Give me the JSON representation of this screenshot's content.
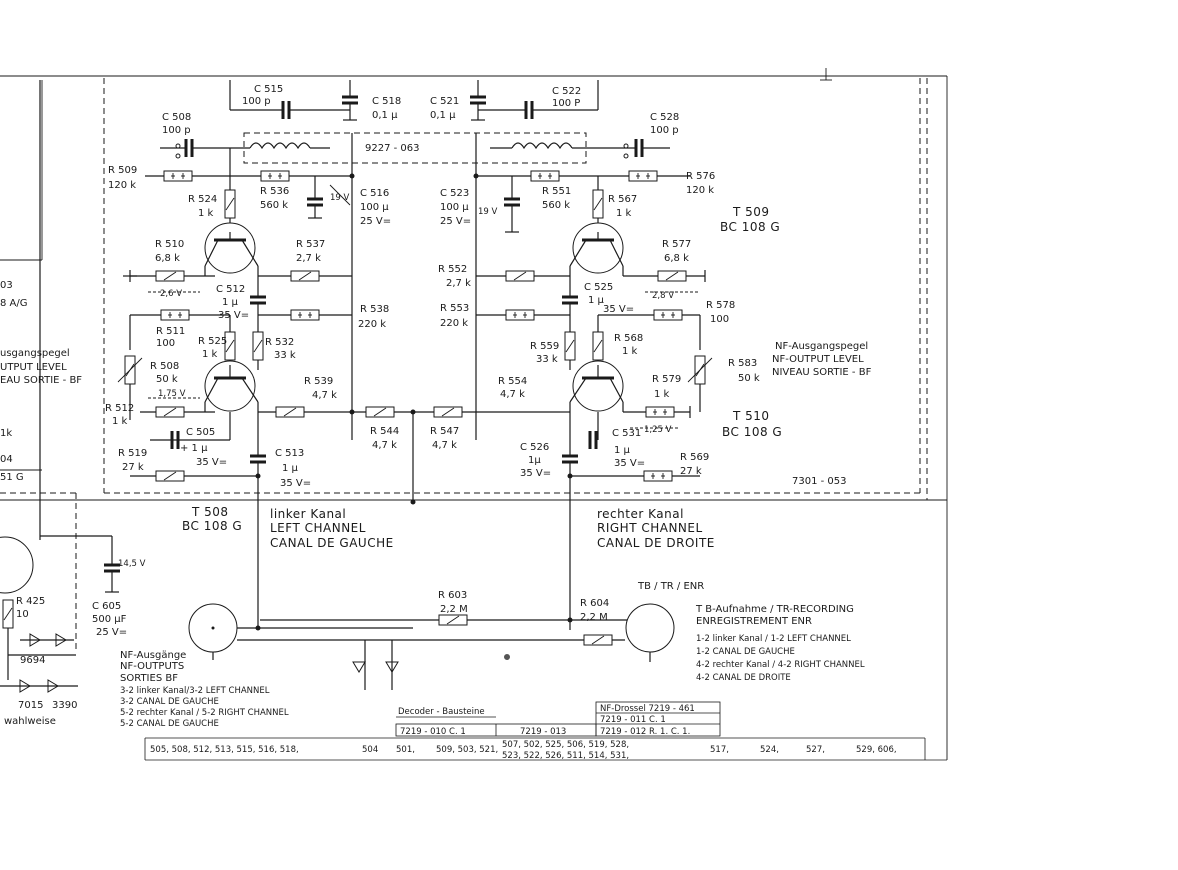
{
  "components": {
    "C515": [
      "C 515",
      "100 p"
    ],
    "C518": [
      "C 518",
      "0,1 µ"
    ],
    "C521": [
      "C 521",
      "0,1 µ"
    ],
    "C522": [
      "C 522",
      "100 P"
    ],
    "C508": [
      "C 508",
      "100 p"
    ],
    "C528": [
      "C 528",
      "100 p"
    ],
    "L_left": [
      "9227 - 063"
    ],
    "R509": [
      "R 509",
      "120 k"
    ],
    "R576": [
      "R 576",
      "120 k"
    ],
    "R524": [
      "R 524",
      "1 k"
    ],
    "R536": [
      "R 536",
      "560 k"
    ],
    "C516": [
      "C 516",
      "100 µ",
      "25 V="
    ],
    "V19L": [
      "19 V"
    ],
    "C523": [
      "C 523",
      "100 µ",
      "25 V="
    ],
    "V19R": [
      "19 V"
    ],
    "R551": [
      "R 551",
      "560 k"
    ],
    "R567": [
      "R 567",
      "1 k"
    ],
    "T509": [
      "T 509",
      "BC 108 G"
    ],
    "R510": [
      "R 510",
      "6,8 k"
    ],
    "R537": [
      "R 537",
      "2,7 k"
    ],
    "R552": [
      "R 552",
      "2,7 k"
    ],
    "R577": [
      "R 577",
      "6,8 k"
    ],
    "V26": [
      "2,6 V"
    ],
    "V28": [
      "2,8 V"
    ],
    "C512": [
      "C 512",
      "1 µ",
      "35 V="
    ],
    "R538": [
      "R 538",
      "220 k"
    ],
    "R553": [
      "R 553",
      "220 k"
    ],
    "C525": [
      "C 525",
      "1 µ",
      "35 V="
    ],
    "R578": [
      "R 578",
      "100"
    ],
    "R511": [
      "R 511",
      "100"
    ],
    "R525": [
      "R 525",
      "1 k"
    ],
    "R532": [
      "R 532",
      "33 k"
    ],
    "R559": [
      "R 559",
      "33 k"
    ],
    "R568": [
      "R 568",
      "1 k"
    ],
    "R508": [
      "R 508",
      "50 k"
    ],
    "R583": [
      "R 583",
      "50 k"
    ],
    "R539": [
      "R 539",
      "4,7 k"
    ],
    "R554": [
      "R 554",
      "4,7 k"
    ],
    "R579": [
      "R 579",
      "1 k"
    ],
    "V175L": [
      "1,75 V"
    ],
    "V125R": [
      "1,25 V"
    ],
    "R512": [
      "R 512",
      "1 k"
    ],
    "C505": [
      "C 505",
      "+ 1 µ",
      "35 V="
    ],
    "R544": [
      "R 544",
      "4,7 k"
    ],
    "R547": [
      "R 547",
      "4,7 k"
    ],
    "C526": [
      "C 526",
      "1µ",
      "35 V="
    ],
    "C531": [
      "C 531",
      "1 µ",
      "35 V="
    ],
    "T510": [
      "T 510",
      "BC 108 G"
    ],
    "C513": [
      "C 513",
      "1 µ",
      "35 V="
    ],
    "R519": [
      "R 519",
      "27 k"
    ],
    "R569": [
      "R 569",
      "27 k"
    ],
    "pcb": [
      "7301 - 053"
    ],
    "T508": [
      "T 508",
      "BC 108 G"
    ],
    "C605": [
      "C 605",
      "500 µF",
      "25 V="
    ],
    "V145": [
      "14,5 V"
    ],
    "R425": [
      "R 425",
      "10"
    ],
    "D9694": [
      "9694"
    ],
    "R603": [
      "R 603",
      "2,2 M"
    ],
    "R604": [
      "R 604",
      "2,2 M"
    ],
    "D7015": [
      "7015"
    ],
    "D3390": [
      "3390"
    ],
    "wahlweise": [
      "wahlweise"
    ],
    "leftStub": [
      "03",
      "8 A/G",
      "04",
      "51 G",
      "1k"
    ]
  },
  "nf_output_level": [
    "NF-Ausgangspegel",
    "NF-OUTPUT  LEVEL",
    "NIVEAU  SORTIE - BF"
  ],
  "nf_output_level_left": [
    "usgangspegel",
    "UTPUT  LEVEL",
    "EAU  SORTIE - BF"
  ],
  "left_channel": [
    "linker  Kanal",
    "LEFT  CHANNEL",
    "CANAL  DE  GAUCHE"
  ],
  "right_channel": [
    "rechter  Kanal",
    "RIGHT  CHANNEL",
    "CANAL  DE  DROITE"
  ],
  "nf_outputs": [
    "NF-Ausgänge",
    "NF-OUTPUTS",
    "SORTIES  BF",
    "3-2 linker  Kanal/3-2 LEFT  CHANNEL",
    "3-2  CANAL  DE  GAUCHE",
    "5-2  rechter  Kanal / 5-2  RIGHT  CHANNEL",
    "5-2  CANAL  DE  GAUCHE"
  ],
  "tb_tr_enr": "TB / TR / ENR",
  "recording": [
    "T B-Aufnahme / TR-RECORDING",
    "ENREGISTREMENT  ENR",
    "1-2  linker  Kanal / 1-2 LEFT  CHANNEL",
    "1-2  CANAL  DE  GAUCHE",
    "4-2  rechter  Kanal / 4-2 RIGHT  CHANNEL",
    "4-2  CANAL  DE  DROITE"
  ],
  "decoder_table": {
    "title": "Decoder - Bausteine",
    "cols": [
      "7219 - 010  C. 1",
      "7219 - 013"
    ]
  },
  "nf_drossel_table": {
    "title": "NF-Drossel  7219 - 461",
    "rows": [
      "7219 - 011   C. 1",
      "7219 - 012   R. 1.  C. 1."
    ]
  },
  "bottom_row": [
    "505, 508, 512, 513,  515, 516, 518,",
    "504",
    "501,",
    "509, 503, 521,",
    "507, 502, 525, 506, 519,  528,",
    "523, 522, 526,  511,  514,  531,",
    "517,",
    "524,",
    "527,",
    "529,  606,"
  ]
}
